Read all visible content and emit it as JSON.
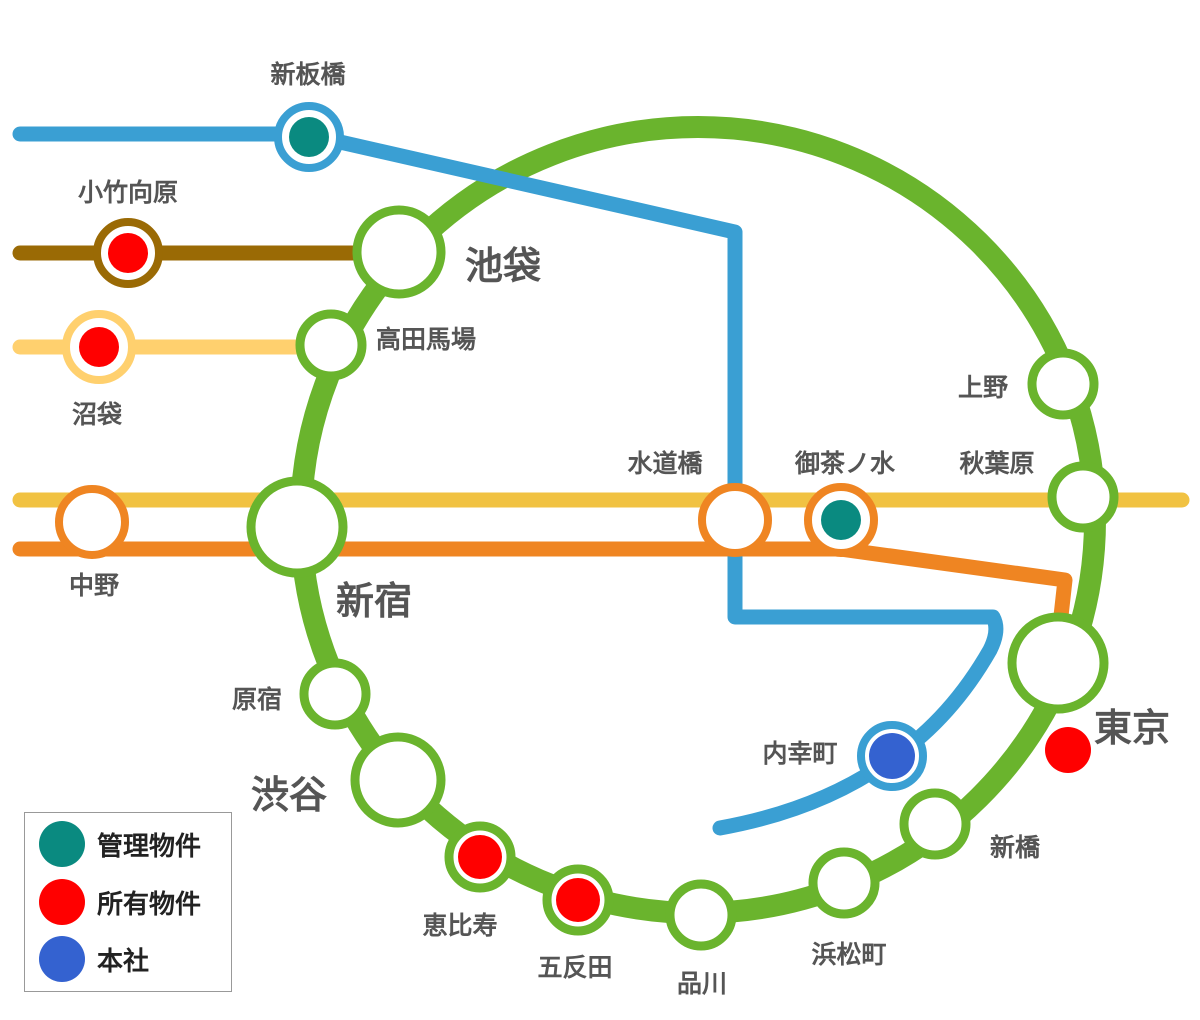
{
  "colors": {
    "loop": "#6ab42d",
    "blue_line": "#3a9fd3",
    "brown_line": "#9a6a05",
    "light_orange_line": "#ffd06e",
    "yellow_line": "#f1c242",
    "orange_line": "#ef8522",
    "managed": "#0a8a80",
    "owned": "#ff0000",
    "hq": "#3462d0"
  },
  "stations": {
    "shin_itabashi": "新板橋",
    "kotake_mukaihara": "小竹向原",
    "ikebukuro": "池袋",
    "takadanobaba": "高田馬場",
    "numabukuro": "沼袋",
    "nakano": "中野",
    "shinjuku": "新宿",
    "suidobashi": "水道橋",
    "ochanomizu": "御茶ノ水",
    "ueno": "上野",
    "akihabara": "秋葉原",
    "tokyo": "東京",
    "uchisaiwaicho": "内幸町",
    "shimbashi": "新橋",
    "harajuku": "原宿",
    "shibuya": "渋谷",
    "ebisu": "恵比寿",
    "gotanda": "五反田",
    "shinagawa": "品川",
    "hamamatsucho": "浜松町"
  },
  "legend": {
    "managed": "管理物件",
    "owned": "所有物件",
    "hq": "本社"
  }
}
